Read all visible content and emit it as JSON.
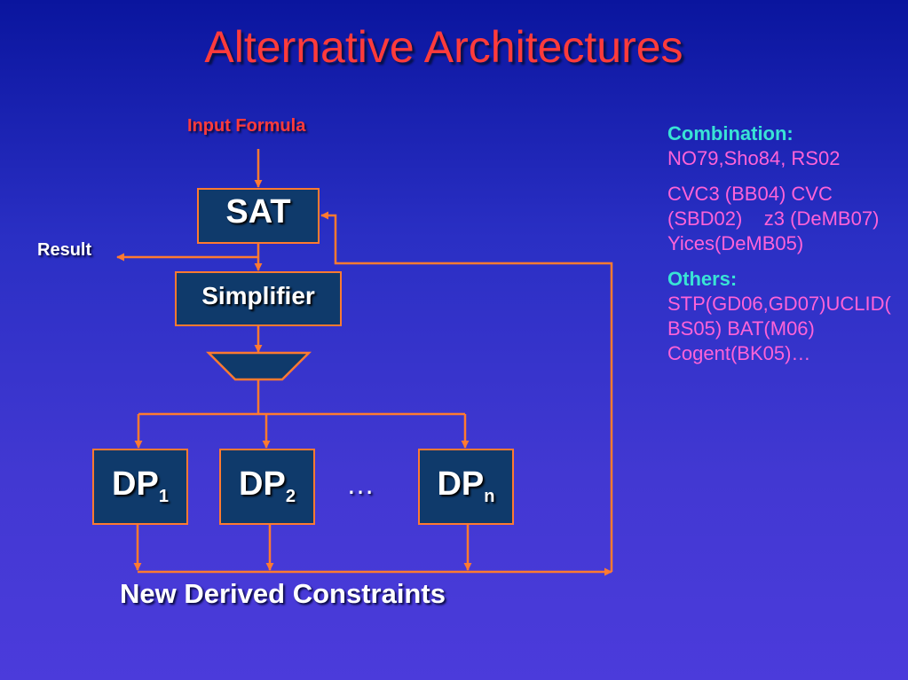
{
  "title": "Alternative Architectures",
  "diagram": {
    "input_label": "Input Formula",
    "sat_label": "SAT",
    "result_label": "Result",
    "simplifier_label": "Simplifier",
    "dp_base": "DP",
    "dp1_sub": "1",
    "dp2_sub": "2",
    "dpn_sub": "n",
    "ellipsis": "…",
    "footer_label": "New Derived Constraints"
  },
  "notes": {
    "combination_heading": "Combination:",
    "combination_line1": "NO79,Sho84, RS02",
    "combination_line2": "CVC3 (BB04) CVC (SBD02)    z3 (DeMB07) Yices(DeMB05)",
    "others_heading": "Others:",
    "others_text": "STP(GD06,GD07)UCLID(BS05) BAT(M06) Cogent(BK05)…"
  },
  "colors": {
    "title": "#ff3b3b",
    "wire": "#ff7a30",
    "box_fill": "#0f3a6b",
    "heading": "#39e3d5",
    "note_text": "#ff63d8"
  }
}
